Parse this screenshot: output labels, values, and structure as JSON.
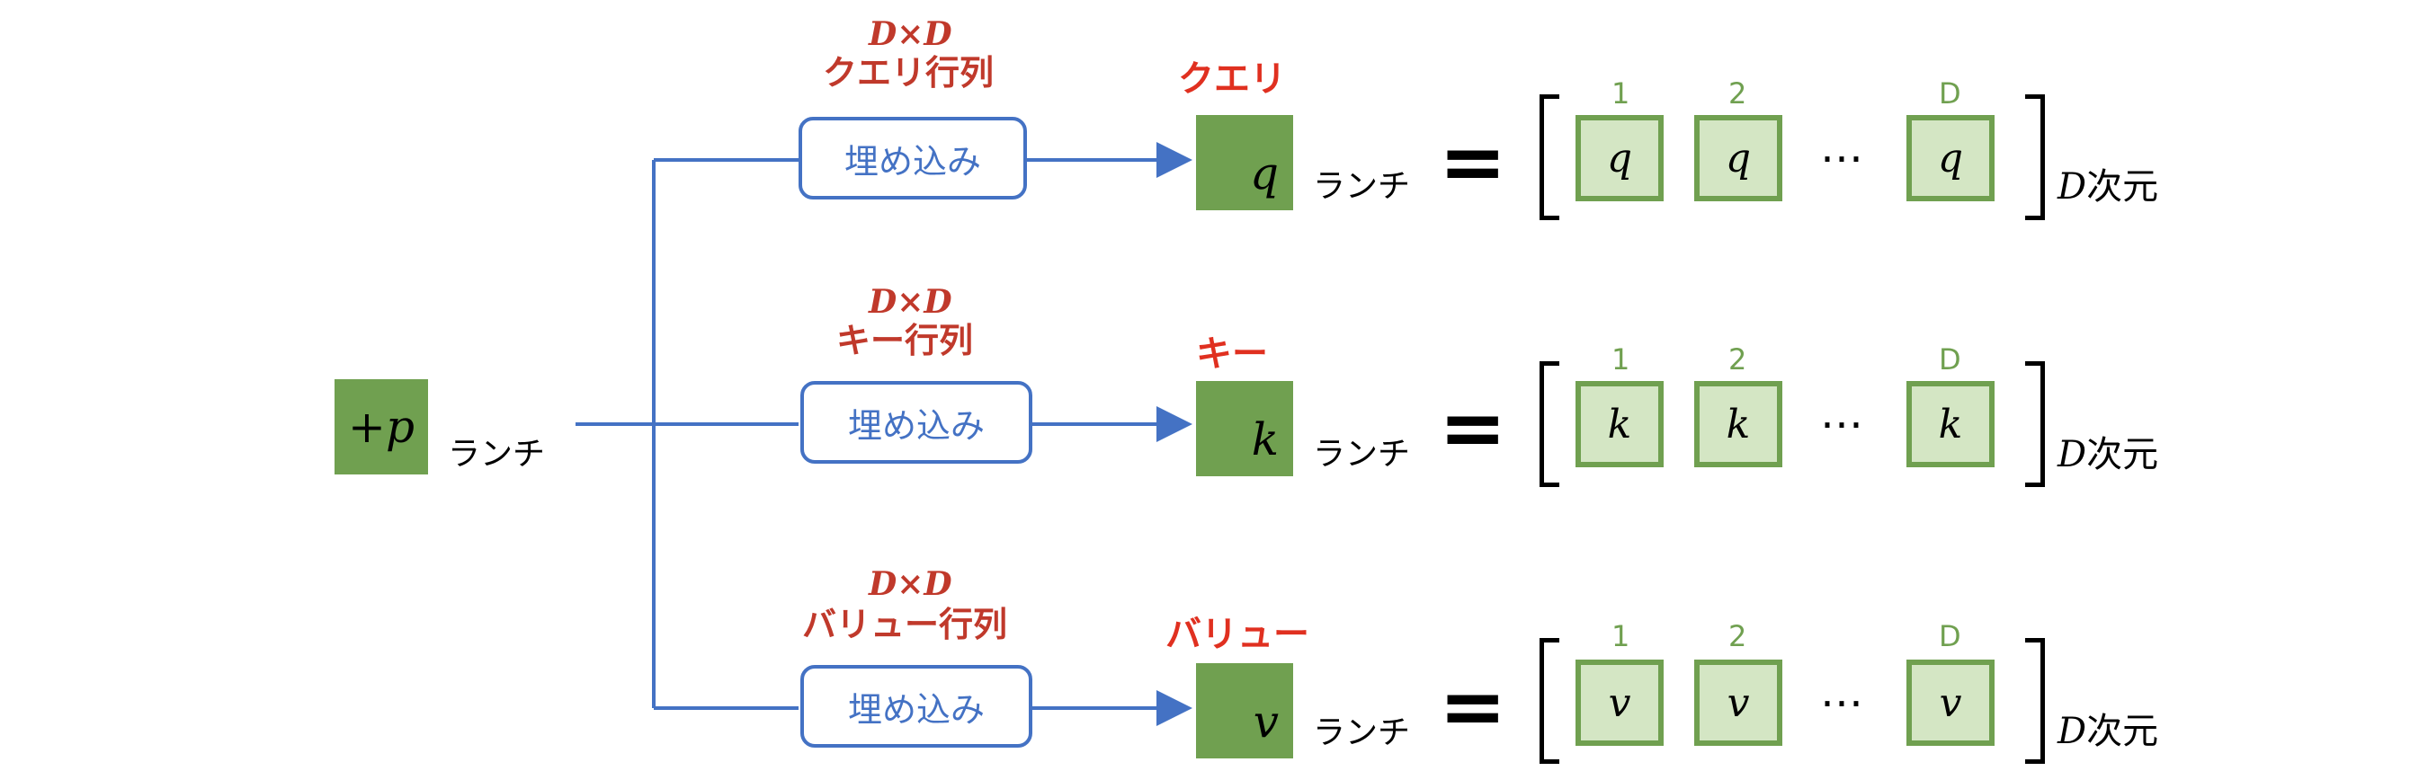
{
  "input": {
    "symbol": "+p",
    "token": "ランチ"
  },
  "branches": [
    {
      "matrix_dim": "D×D",
      "matrix_name": "クエリ行列",
      "embed_label": "埋め込み",
      "vector_name": "クエリ",
      "symbol": "q",
      "token": "ランチ",
      "equals": "=",
      "indices": [
        "1",
        "2",
        "D"
      ],
      "dots": "⋯",
      "dim_italic": "D",
      "dim_suffix": "次元"
    },
    {
      "matrix_dim": "D×D",
      "matrix_name": "キー行列",
      "embed_label": "埋め込み",
      "vector_name": "キー",
      "symbol": "k",
      "token": "ランチ",
      "equals": "=",
      "indices": [
        "1",
        "2",
        "D"
      ],
      "dots": "⋯",
      "dim_italic": "D",
      "dim_suffix": "次元"
    },
    {
      "matrix_dim": "D×D",
      "matrix_name": "バリュー行列",
      "embed_label": "埋め込み",
      "vector_name": "バリュー",
      "symbol": "v",
      "token": "ランチ",
      "equals": "=",
      "indices": [
        "1",
        "2",
        "D"
      ],
      "dots": "⋯",
      "dim_italic": "D",
      "dim_suffix": "次元"
    }
  ],
  "colors": {
    "line": "#4472c4",
    "vector_fill": "#70a050",
    "component_fill": "#d4e6c4",
    "matrix_label": "#c0392b",
    "vector_label": "#e03020"
  }
}
